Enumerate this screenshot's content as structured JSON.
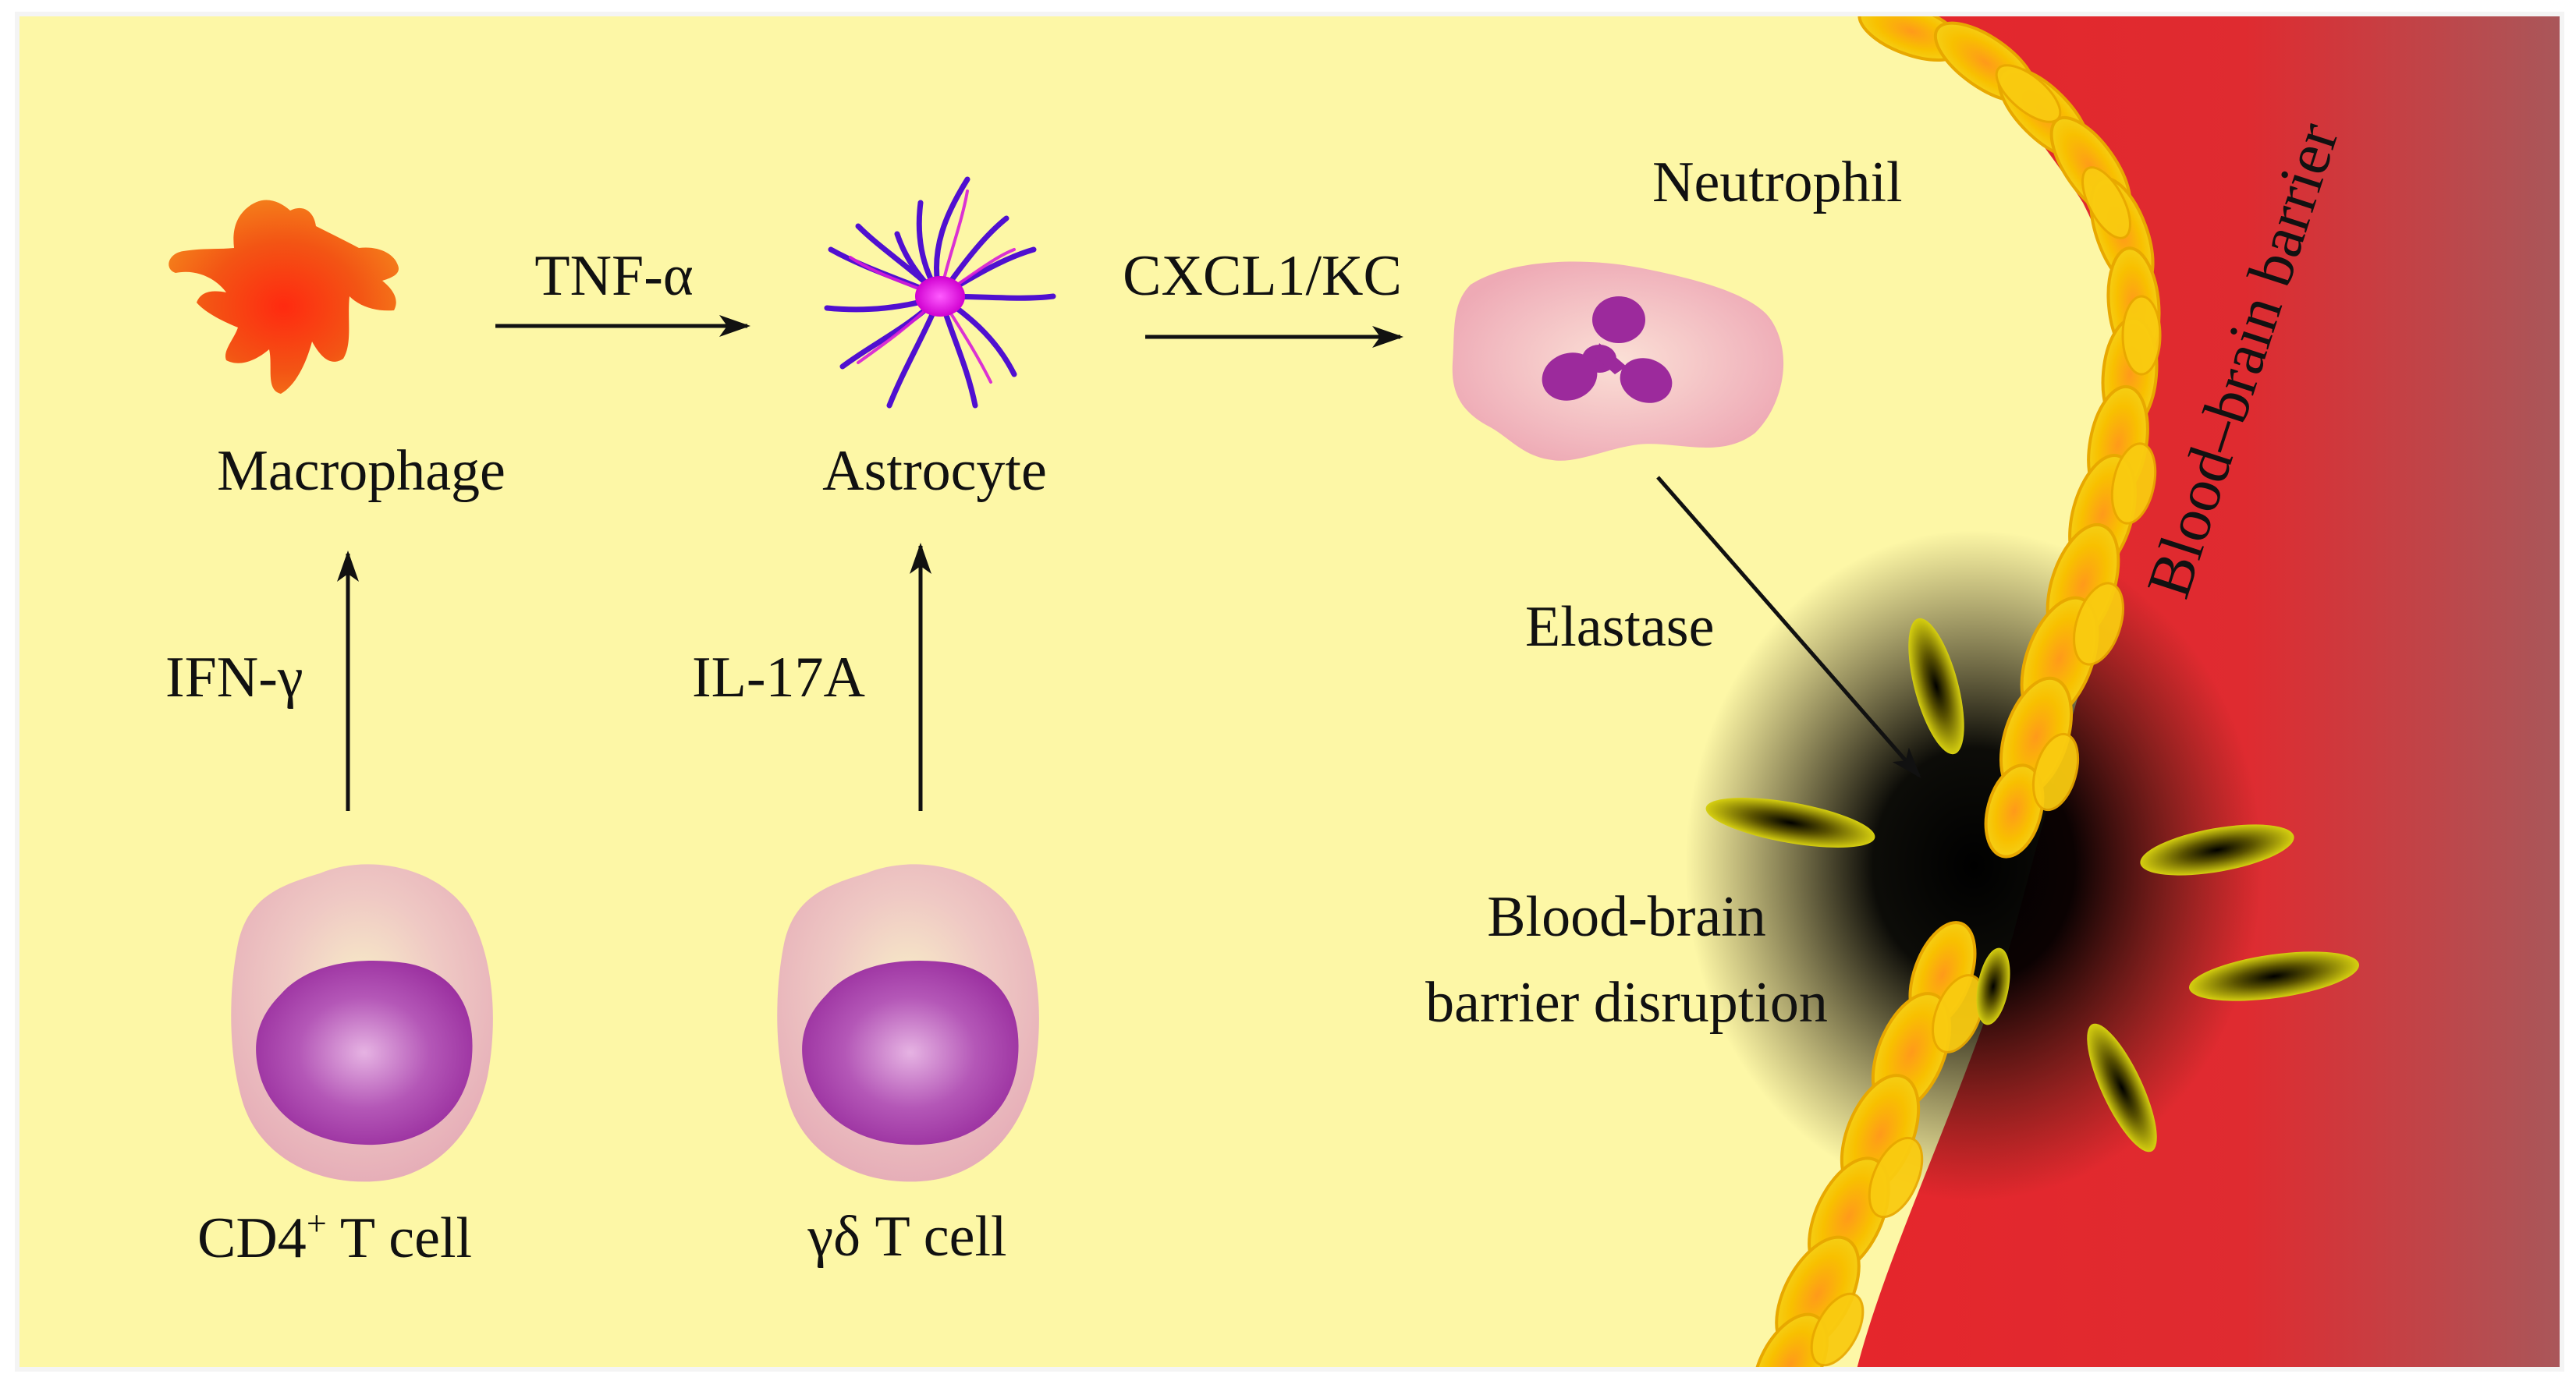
{
  "labels": {
    "macrophage": "Macrophage",
    "astrocyte": "Astrocyte",
    "neutrophil": "Neutrophil",
    "cd4_main": "CD4",
    "cd4_sup": "+",
    "cd4_suffix": " T cell",
    "gd_tcell": "γδ T cell",
    "blood_brain_barrier": "Blood–brain barrier",
    "disruption_line1": "Blood-brain",
    "disruption_line2": "barrier disruption"
  },
  "arrows": {
    "tnf": "TNF-α",
    "cxcl1": "CXCL1/KC",
    "ifn": "IFN-γ",
    "il17": "IL-17A",
    "elastase": "Elastase"
  },
  "colors": {
    "background": "#fdf7a6",
    "blood": "#e3262c",
    "blood_edge": "#a9575a",
    "cell_outer": "#e9b8bd",
    "nucleus": "#a13da6",
    "macrophage": "#f05a1a",
    "astrocyte_body": "#e010e0",
    "astrocyte_process": "#4d10d0",
    "endothelial": "#f7c300",
    "arrow": "#111111"
  },
  "icons": [
    "macrophage-icon",
    "astrocyte-icon",
    "neutrophil-icon",
    "cd4-t-cell-icon",
    "gamma-delta-t-cell-icon"
  ]
}
